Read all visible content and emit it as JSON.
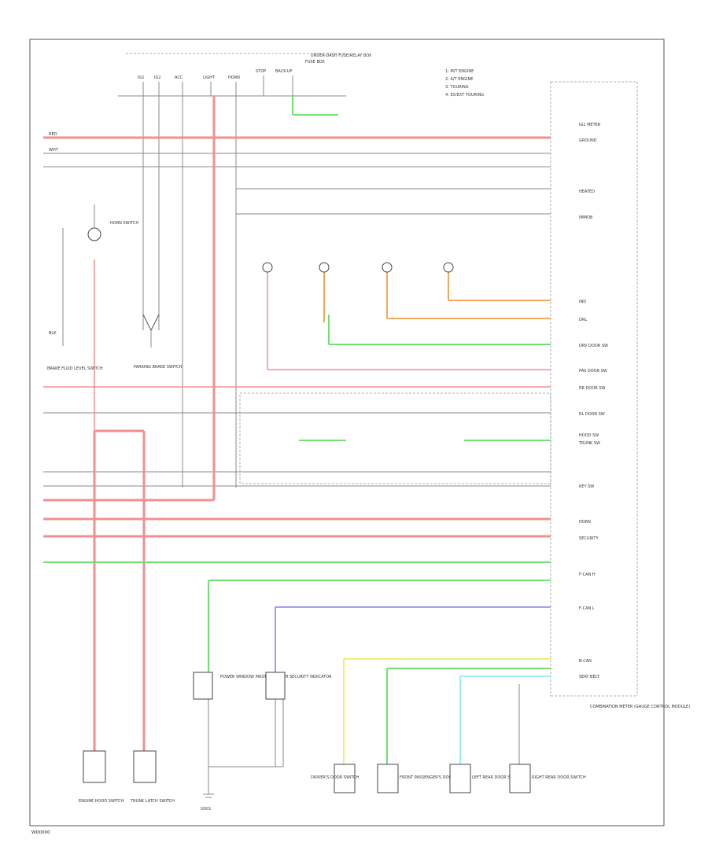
{
  "diagram": {
    "code_label": "WD0000",
    "legend": [
      "1: M/T ENGINE",
      "2: A/T ENGINE",
      "3: TOURING",
      "4: EX/EXT TOURING"
    ],
    "fuse_box": {
      "title": "UNDER-DASH FUSE/RELAY BOX",
      "subtitle": "FUSE BOX",
      "pins": [
        "IG1",
        "IG2",
        "ACC",
        "LIGHT",
        "HORN",
        "STOP",
        "BACK-UP"
      ]
    },
    "left_text": [
      "WHT",
      "BLK",
      "RED"
    ],
    "components": {
      "combination_meter": "COMBINATION METER (GAUGE CONTROL MODULE)",
      "horn_switch": "HORN SWITCH",
      "parking_brake_switch": "PARKING BRAKE SWITCH",
      "brake_fluid_switch": "BRAKE FLUID LEVEL SWITCH",
      "driver_door_switch": "DRIVER'S DOOR SWITCH",
      "passenger_door_switch": "FRONT PASSENGER'S DOOR SWITCH",
      "left_rear_door_switch": "LEFT REAR DOOR SWITCH",
      "right_rear_door_switch": "RIGHT REAR DOOR SWITCH",
      "power_window_master_switch": "POWER WINDOW MASTER SWITCH",
      "security_indicator": "SECURITY INDICATOR",
      "engine_hood_switch": "ENGINE HOOD SWITCH",
      "trunk_switch": "TRUNK LATCH SWITCH",
      "ground": "G501"
    },
    "right_labels": [
      "IG1 METER",
      "GROUND",
      "HEATED",
      "IMMOB",
      "IND",
      "DRL",
      "DRV DOOR SW",
      "PAS DOOR SW",
      "RR DOOR SW",
      "RL DOOR SW",
      "HOOD SW",
      "TRUNK SW",
      "KEY SW",
      "HORN",
      "SECURITY",
      "F-CAN H",
      "F-CAN L",
      "B-CAN",
      "SEAT BELT"
    ],
    "colors": {
      "red": "#f09090",
      "green": "#70e070",
      "orange": "#f0a860",
      "blue": "#8080f0",
      "yellow": "#f0f070",
      "cyan": "#80e8f0",
      "pink": "#f0a0c0",
      "grey": "#999999"
    }
  }
}
